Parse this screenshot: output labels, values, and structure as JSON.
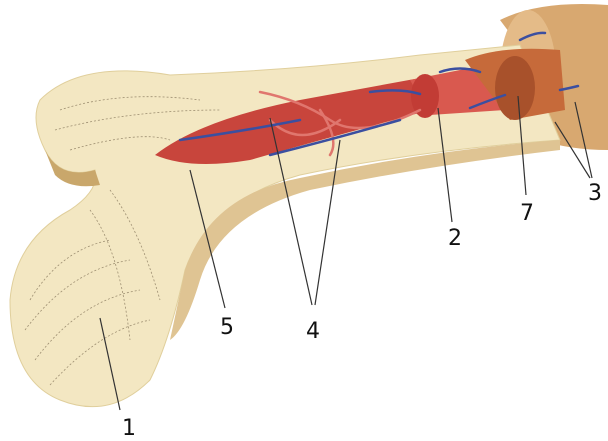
{
  "diagram": {
    "subject": "femur",
    "labels": [
      {
        "id": "1",
        "text": "1"
      },
      {
        "id": "5",
        "text": "5"
      },
      {
        "id": "4",
        "text": "4"
      },
      {
        "id": "2",
        "text": "2"
      },
      {
        "id": "7",
        "text": "7"
      },
      {
        "id": "3",
        "text": "3"
      }
    ],
    "colors": {
      "bone": "#f3e7c2",
      "periosteum": "#d8a870",
      "marrow": "#c8453c",
      "spongy": "#b8562e",
      "artery": "#e0766e",
      "vein": "#3b4fa0"
    }
  }
}
